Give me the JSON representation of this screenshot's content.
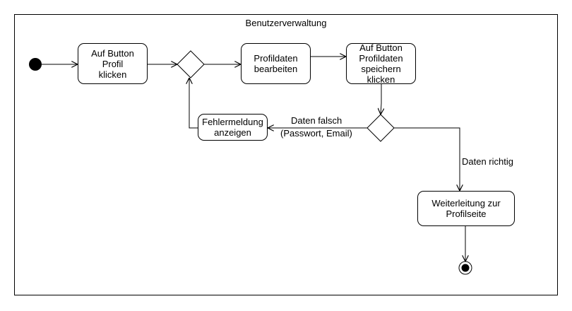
{
  "diagram": {
    "title": "Benutzerverwaltung",
    "actions": {
      "click_profile": "Auf Button\nProfil\nklicken",
      "edit_profile": "Profildaten\nbearbeiten",
      "save_profile": "Auf Button\nProfildaten\nspeichern\nklicken",
      "error_message": "Fehlermeldung\nanzeigen",
      "redirect": "Weiterleitung zur\nProfilseite"
    },
    "guards": {
      "data_wrong_line1": "Daten falsch",
      "data_wrong_line2": "(Passwort, Email)",
      "data_right": "Daten richtig"
    }
  }
}
